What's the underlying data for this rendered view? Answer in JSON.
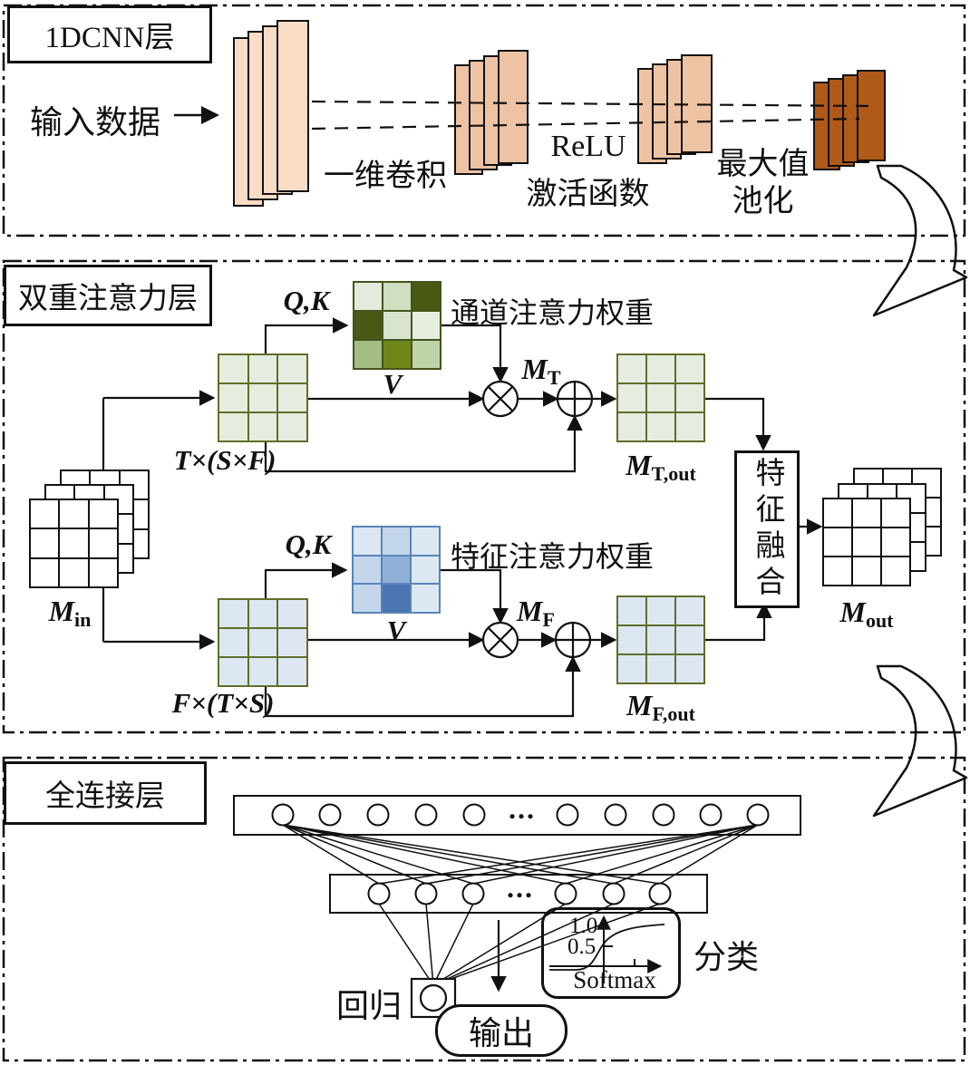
{
  "colors": {
    "stack_light": "#f8dcc5",
    "stack_medium": "#eec3a3",
    "stack_dark": "#b05a1a",
    "grid_green_fill": "#e6ecdf",
    "grid_blue_fill": "#dde7f3",
    "grid_border_olive": "#5f6e2a",
    "line_black": "#111111"
  },
  "cnn": {
    "title": "1DCNN层",
    "input_label": "输入数据",
    "conv_label": "一维卷积",
    "relu_line1": "ReLU",
    "relu_line2": "激活函数",
    "pool_line1": "最大值",
    "pool_line2": "池化"
  },
  "attention": {
    "title": "双重注意力层",
    "m_in_base": "M",
    "m_in_sub": "in",
    "temporal": {
      "qk": "Q,K",
      "v": "V",
      "shape": "T×(S×F)",
      "weight_label": "通道注意力权重",
      "m_base": "M",
      "m_sub": "T",
      "m_out_base": "M",
      "m_out_sub": "T,out",
      "matrix": [
        [
          "#e3ebdc",
          "#cfdfc0",
          "#4a5a14"
        ],
        [
          "#4a5a14",
          "#d8e4cc",
          "#e6eee0"
        ],
        [
          "#a4bd85",
          "#6f8618",
          "#bed3a8"
        ]
      ]
    },
    "feature": {
      "qk": "Q,K",
      "v": "V",
      "shape": "F×(T×S)",
      "weight_label": "特征注意力权重",
      "m_base": "M",
      "m_sub": "F",
      "m_out_base": "M",
      "m_out_sub": "F,out",
      "matrix": [
        [
          "#dbe7f3",
          "#c3d6eb",
          "#dce8f4"
        ],
        [
          "#c3d6eb",
          "#8fb1d8",
          "#dce8f4"
        ],
        [
          "#c3d6eb",
          "#4a77b2",
          "#dce8f4"
        ]
      ]
    },
    "fusion_label": "特征融合",
    "m_out_base": "M",
    "m_out_sub": "out"
  },
  "fc": {
    "title": "全连接层",
    "dots": "...",
    "regression_label": "回归",
    "classification_label": "分类",
    "softmax": {
      "tick_high": "1.0",
      "tick_mid": "0.5",
      "name": "Softmax"
    },
    "output_label": "输出"
  }
}
